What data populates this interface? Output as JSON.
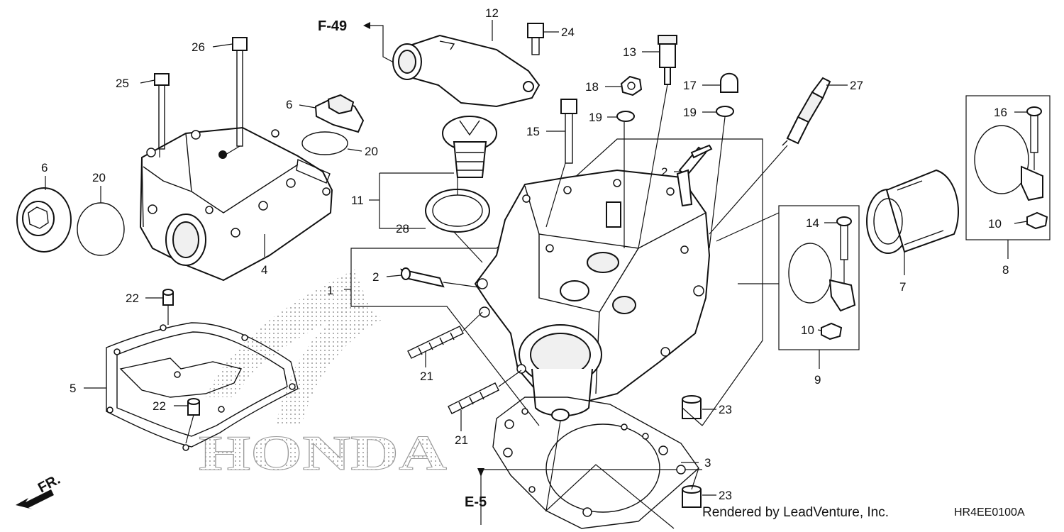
{
  "callouts": [
    {
      "id": "c1",
      "label": "1"
    },
    {
      "id": "c2a",
      "label": "2"
    },
    {
      "id": "c2b",
      "label": "2"
    },
    {
      "id": "c3",
      "label": "3"
    },
    {
      "id": "c4",
      "label": "4"
    },
    {
      "id": "c5",
      "label": "5"
    },
    {
      "id": "c6a",
      "label": "6"
    },
    {
      "id": "c6b",
      "label": "6"
    },
    {
      "id": "c7",
      "label": "7"
    },
    {
      "id": "c8",
      "label": "8"
    },
    {
      "id": "c9",
      "label": "9"
    },
    {
      "id": "c10a",
      "label": "10"
    },
    {
      "id": "c10b",
      "label": "10"
    },
    {
      "id": "c11",
      "label": "11"
    },
    {
      "id": "c12",
      "label": "12"
    },
    {
      "id": "c13",
      "label": "13"
    },
    {
      "id": "c14",
      "label": "14"
    },
    {
      "id": "c15",
      "label": "15"
    },
    {
      "id": "c16",
      "label": "16"
    },
    {
      "id": "c17",
      "label": "17"
    },
    {
      "id": "c18",
      "label": "18"
    },
    {
      "id": "c19a",
      "label": "19"
    },
    {
      "id": "c19b",
      "label": "19"
    },
    {
      "id": "c20a",
      "label": "20"
    },
    {
      "id": "c20b",
      "label": "20"
    },
    {
      "id": "c21a",
      "label": "21"
    },
    {
      "id": "c21b",
      "label": "21"
    },
    {
      "id": "c22a",
      "label": "22"
    },
    {
      "id": "c22b",
      "label": "22"
    },
    {
      "id": "c23a",
      "label": "23"
    },
    {
      "id": "c23b",
      "label": "23"
    },
    {
      "id": "c24",
      "label": "24"
    },
    {
      "id": "c25",
      "label": "25"
    },
    {
      "id": "c26",
      "label": "26"
    },
    {
      "id": "c27",
      "label": "27"
    },
    {
      "id": "c28",
      "label": "28"
    }
  ],
  "references": {
    "f49": "F-49",
    "e5": "E-5",
    "fr": "FR."
  },
  "watermark": {
    "text": "HONDA"
  },
  "footer": {
    "credit": "Rendered by LeadVenture, Inc.",
    "code": "HR4EE0100A"
  }
}
